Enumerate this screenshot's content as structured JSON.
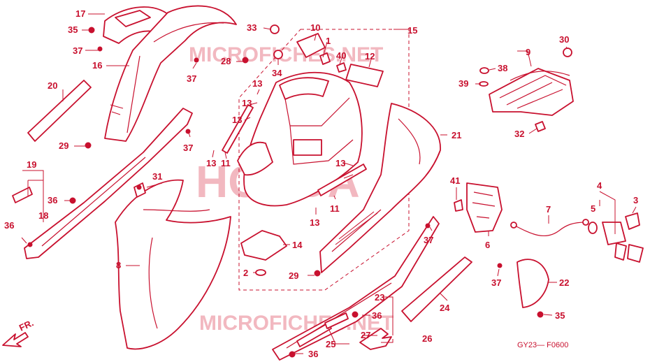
{
  "watermark": {
    "top": "MICROFICHES.NET",
    "center": "HONDA",
    "bottom": "MICROFICHES.NET"
  },
  "diagram_code": "GY23— F0600",
  "direction_label": "FR.",
  "callouts": {
    "c17": "17",
    "c35a": "35",
    "c37a": "37",
    "c16": "16",
    "c37b": "37",
    "c20": "20",
    "c29a": "29",
    "c37c": "37",
    "c19": "19",
    "c18": "18",
    "c36a": "36",
    "c36b": "36",
    "c31": "31",
    "c8": "8",
    "c33": "33",
    "c10": "10",
    "c1": "1",
    "c15": "15",
    "c28": "28",
    "c40": "40",
    "c12": "12",
    "c34": "34",
    "c13a": "13",
    "c13b": "13",
    "c13c": "13",
    "c11a": "11",
    "c13d": "13",
    "c13e": "13",
    "c11b": "11",
    "c13f": "13",
    "c14": "14",
    "c2": "2",
    "c29b": "29",
    "c9": "9",
    "c30": "30",
    "c38": "38",
    "c39": "39",
    "c32": "32",
    "c21": "21",
    "c41": "41",
    "c6": "6",
    "c7": "7",
    "c4": "4",
    "c5": "5",
    "c3": "3",
    "c37d": "37",
    "c24": "24",
    "c37e": "37",
    "c22": "22",
    "c35b": "35",
    "c23": "23",
    "c36c": "36",
    "c27": "27",
    "c25": "25",
    "c26": "26",
    "c36d": "36"
  }
}
